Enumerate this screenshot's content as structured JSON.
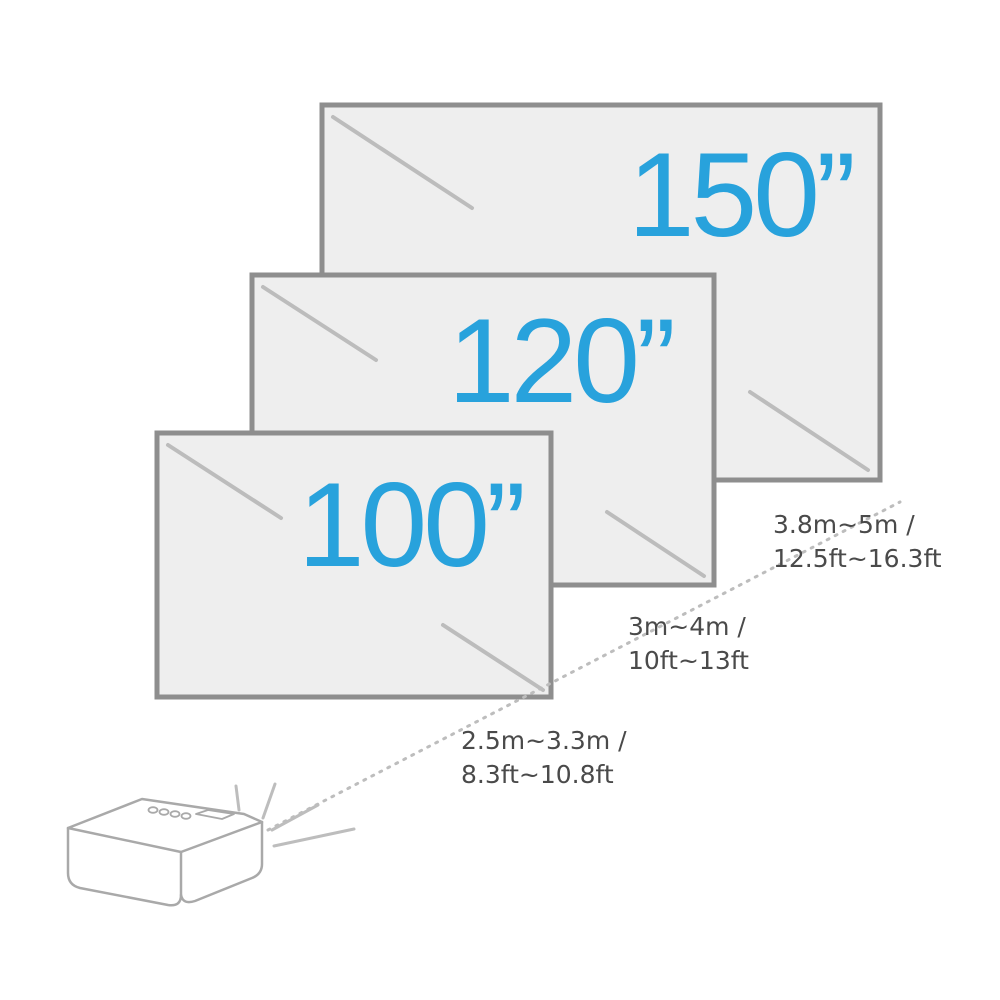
{
  "colors": {
    "frame": "#8e8e8e",
    "screen_fill": "#eeeeee",
    "glare": "#bcbcbc",
    "label": "#28a2dc",
    "text": "#4a4a4a",
    "projector_stroke": "#a9a9a9",
    "beam": "#bdbdbd"
  },
  "screens": [
    {
      "size_label": "150”",
      "distance_line1": "3.8m~5m /",
      "distance_line2": "12.5ft~16.3ft"
    },
    {
      "size_label": "120”",
      "distance_line1": "3m~4m /",
      "distance_line2": "10ft~13ft"
    },
    {
      "size_label": "100”",
      "distance_line1": "2.5m~3.3m /",
      "distance_line2": "8.3ft~10.8ft"
    }
  ],
  "icons": {
    "projector": "projector-icon",
    "light_rays": "light-rays-icon"
  }
}
